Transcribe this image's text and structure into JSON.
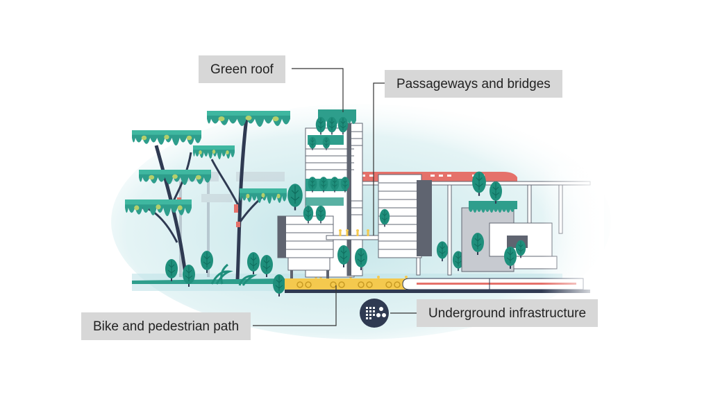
{
  "labels": {
    "green_roof": "Green roof",
    "passageways": "Passageways and bridges",
    "bike_path": "Bike and pedestrian path",
    "underground": "Underground infrastructure"
  },
  "colors": {
    "label_bg": "#d7d7d7",
    "label_text": "#222222",
    "leader_line": "#333333",
    "canopy": "#2e9e8c",
    "canopy_tip": "#b5cf6b",
    "trunk": "#2f3a52",
    "building_white": "#ffffff",
    "building_grey": "#5f6470",
    "rail_red": "#e5716a",
    "path_yellow": "#f4c94e",
    "ground_teal": "#bfe3e7"
  },
  "icons": {
    "underground": "underground-infrastructure-icon"
  }
}
